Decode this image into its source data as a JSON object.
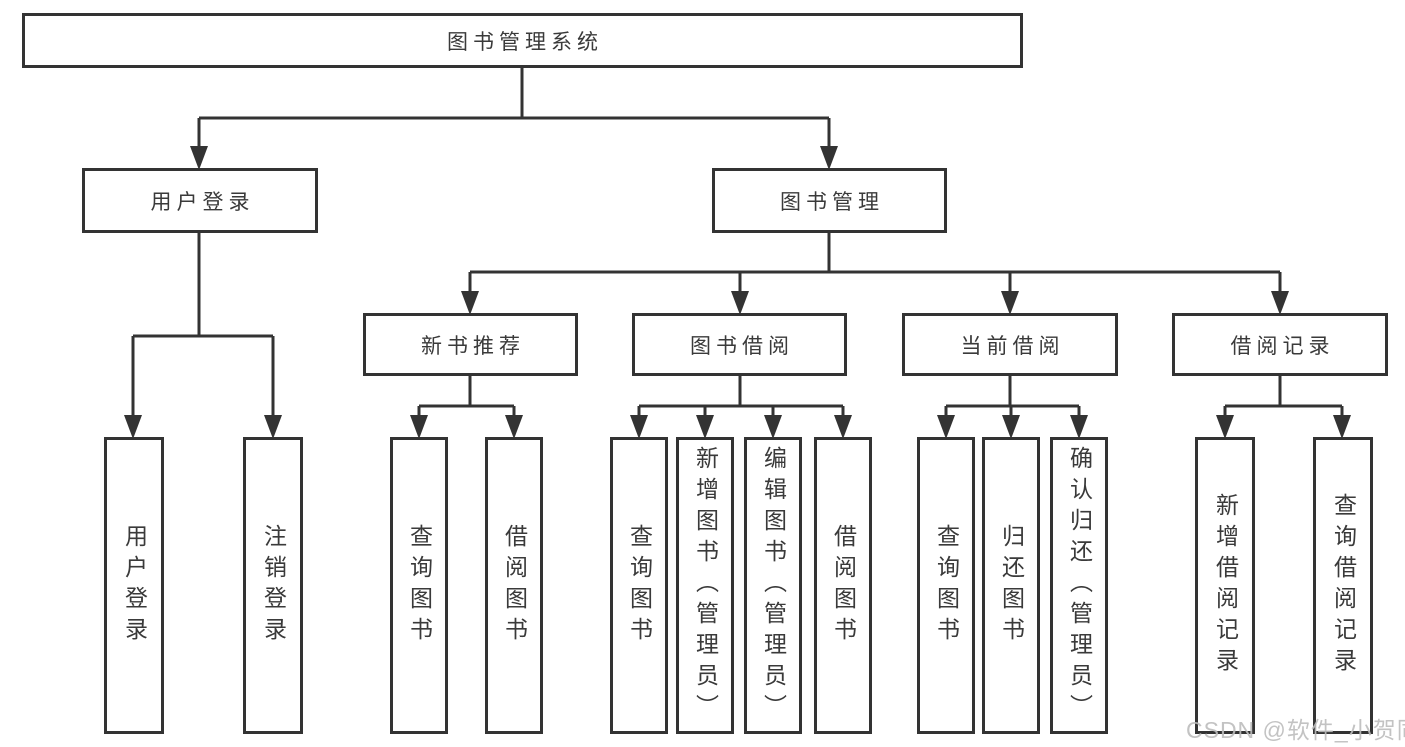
{
  "tree": {
    "root": {
      "label": "图书管理系统"
    },
    "branches": [
      {
        "label": "用户登录",
        "children": [
          {
            "label": "用户登录"
          },
          {
            "label": "注销登录"
          }
        ]
      },
      {
        "label": "图书管理",
        "children": [
          {
            "label": "新书推荐",
            "children": [
              {
                "label": "查询图书"
              },
              {
                "label": "借阅图书"
              }
            ]
          },
          {
            "label": "图书借阅",
            "children": [
              {
                "label": "查询图书"
              },
              {
                "label": "新增图书（管理员）"
              },
              {
                "label": "编辑图书（管理员）"
              },
              {
                "label": "借阅图书"
              }
            ]
          },
          {
            "label": "当前借阅",
            "children": [
              {
                "label": "查询图书"
              },
              {
                "label": "归还图书"
              },
              {
                "label": "确认归还（管理员）"
              }
            ]
          },
          {
            "label": "借阅记录",
            "children": [
              {
                "label": "新增借阅记录"
              },
              {
                "label": "查询借阅记录"
              }
            ]
          }
        ]
      }
    ]
  },
  "watermark": "CSDN @软件_小贺同学",
  "colors": {
    "line": "#333333",
    "text": "#3a3a3a",
    "box_background": "#ffffff",
    "watermark": "#bdbdbd",
    "background": "#ffffff"
  }
}
